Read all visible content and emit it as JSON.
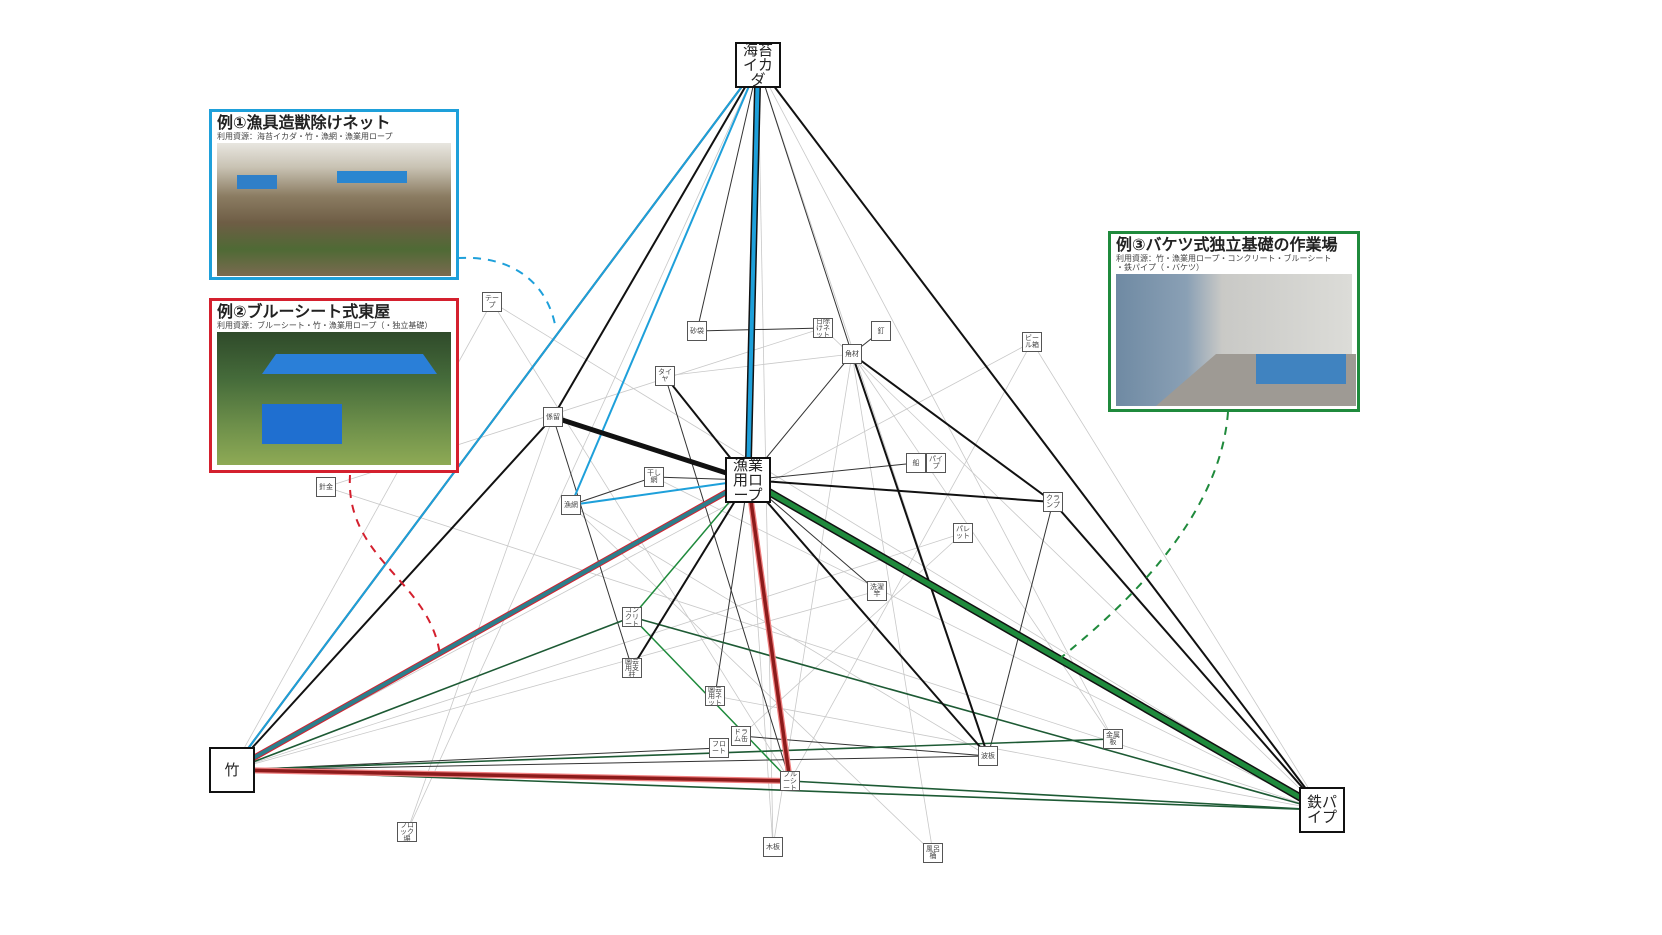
{
  "colors": {
    "blue": "#1ea0da",
    "red": "#d4202e",
    "green": "#1f8a3c",
    "dark_green": "#1d5a34",
    "black": "#111111",
    "gray": "#c8c8c8"
  },
  "hubs": {
    "nori": "海苔イカダ",
    "rope": "漁業用ロープ",
    "bamboo": "竹",
    "pipe": "鉄パイプ"
  },
  "nodes": {
    "tape": "テープ",
    "sandbag": "砂袋",
    "shade": "日除けネット",
    "nail": "釘",
    "lumber": "角材",
    "beer": "ビール箱",
    "tire": "タイヤ",
    "mooring": "係留",
    "dry": "干し網",
    "net": "漁網",
    "boat": "船",
    "pipe2": "パイプ",
    "clamp": "クランプ",
    "pallet": "パレット",
    "wire": "針金",
    "laundry": "洗濯竿",
    "concrete": "コンクリート",
    "gpost": "園芸用支柱",
    "gnet": "園芸用ネット",
    "drum": "ドラム缶",
    "float": "フロート",
    "blue": "ブルーシート",
    "wave": "波板",
    "metal": "金属板",
    "block": "ブロック塀",
    "board": "木板",
    "bath": "風呂桶"
  },
  "examples": [
    {
      "title": "例①漁具造獣除けネット",
      "resources": "利用資源：海苔イカダ・竹・漁網・漁業用ロープ"
    },
    {
      "title": "例②ブルーシート式東屋",
      "resources": "利用資源：ブルーシート・竹・漁業用ロープ（・独立基礎）"
    },
    {
      "title": "例③バケツ式独立基礎の作業場",
      "resources": "利用資源：竹・漁業用ロープ・コンクリート・ブルーシート",
      "resources2": "・鉄パイプ（・バケツ）"
    }
  ],
  "edges": [
    [
      "nori",
      "rope",
      "blue-thick"
    ],
    [
      "nori",
      "bamboo",
      "blue"
    ],
    [
      "nori",
      "net",
      "blue"
    ],
    [
      "rope",
      "net",
      "blue"
    ],
    [
      "rope",
      "bamboo",
      "teal-thick"
    ],
    [
      "nori",
      "pipe",
      "black"
    ],
    [
      "nori",
      "mooring",
      "black"
    ],
    [
      "mooring",
      "rope",
      "black-thick"
    ],
    [
      "bamboo",
      "mooring",
      "black"
    ],
    [
      "bamboo",
      "nori",
      "black"
    ],
    [
      "clamp",
      "pipe",
      "black"
    ],
    [
      "rope",
      "clamp",
      "black"
    ],
    [
      "lumber",
      "clamp",
      "black"
    ],
    [
      "lumber",
      "wave",
      "black"
    ],
    [
      "rope",
      "wave",
      "black"
    ],
    [
      "tire",
      "rope",
      "black"
    ],
    [
      "rope",
      "gpost",
      "black"
    ],
    [
      "clamp",
      "wave",
      "black-thin"
    ],
    [
      "lumber",
      "rope",
      "black-thin"
    ],
    [
      "rope",
      "boat",
      "black-thin"
    ],
    [
      "rope",
      "pipe",
      "green-thick"
    ],
    [
      "rope",
      "concrete",
      "green"
    ],
    [
      "bamboo",
      "concrete",
      "dgreen"
    ],
    [
      "concrete",
      "pipe",
      "dgreen"
    ],
    [
      "bamboo",
      "pipe",
      "dgreen"
    ],
    [
      "blue",
      "pipe",
      "dgreen"
    ],
    [
      "bamboo",
      "metal",
      "dgreen"
    ],
    [
      "concrete",
      "blue",
      "green"
    ],
    [
      "bamboo",
      "blue",
      "red-thick"
    ],
    [
      "rope",
      "blue",
      "red-thick"
    ],
    [
      "sandbag",
      "shade",
      "black-thin"
    ],
    [
      "lumber",
      "nail",
      "black-thin"
    ],
    [
      "dry",
      "rope",
      "black-thin"
    ],
    [
      "dry",
      "net",
      "black-thin"
    ],
    [
      "rope",
      "gnet",
      "black-thin"
    ],
    [
      "drum",
      "wave",
      "black-thin"
    ],
    [
      "float",
      "bamboo",
      "black-thin"
    ],
    [
      "bamboo",
      "wave",
      "black-thin"
    ],
    [
      "drum",
      "pallet",
      "gray"
    ],
    [
      "rope",
      "laundry",
      "black-thin"
    ],
    [
      "mooring",
      "gpost",
      "black-thin"
    ],
    [
      "nori",
      "sandbag",
      "black-thin"
    ],
    [
      "nori",
      "lumber",
      "black-thin"
    ],
    [
      "tire",
      "blue",
      "black-thin"
    ],
    [
      "lumber",
      "tire",
      "gray"
    ],
    [
      "beer",
      "bamboo",
      "gray"
    ],
    [
      "beer",
      "blue",
      "gray"
    ],
    [
      "tape",
      "bamboo",
      "gray"
    ],
    [
      "tape",
      "blue",
      "gray"
    ],
    [
      "wire",
      "pipe",
      "gray"
    ],
    [
      "block",
      "nori",
      "gray"
    ],
    [
      "board",
      "rope",
      "gray"
    ],
    [
      "bath",
      "lumber",
      "gray"
    ],
    [
      "board",
      "nori",
      "gray"
    ],
    [
      "beer",
      "pipe",
      "gray"
    ],
    [
      "pallet",
      "bamboo",
      "gray"
    ],
    [
      "laundry",
      "bamboo",
      "gray"
    ],
    [
      "metal",
      "nori",
      "gray"
    ],
    [
      "metal",
      "lumber",
      "gray"
    ],
    [
      "shade",
      "pipe",
      "gray"
    ],
    [
      "tape",
      "pipe",
      "gray"
    ],
    [
      "block",
      "mooring",
      "gray"
    ],
    [
      "bath",
      "net",
      "gray"
    ],
    [
      "gnet",
      "pipe",
      "gray"
    ],
    [
      "wave",
      "nori",
      "gray"
    ],
    [
      "wire",
      "shade",
      "gray"
    ],
    [
      "dry",
      "pipe",
      "gray"
    ],
    [
      "net",
      "wave",
      "gray"
    ],
    [
      "board",
      "lumber",
      "gray"
    ]
  ]
}
